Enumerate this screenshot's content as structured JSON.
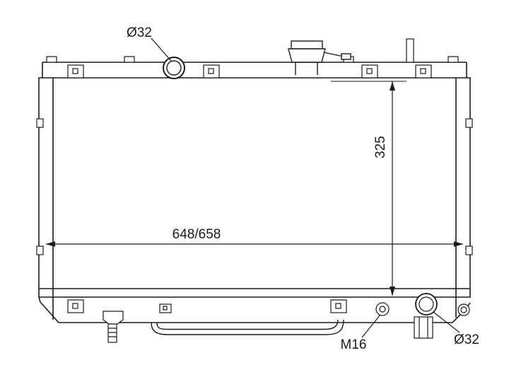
{
  "diagram": {
    "title": "radiator-technical-drawing",
    "labels": {
      "top_port_diameter": "Ø32",
      "core_height": "325",
      "core_width": "648/658",
      "drain_thread": "M16",
      "outlet_diameter": "Ø32"
    },
    "colors": {
      "line": "#1c1c1c",
      "background": "#ffffff"
    }
  }
}
